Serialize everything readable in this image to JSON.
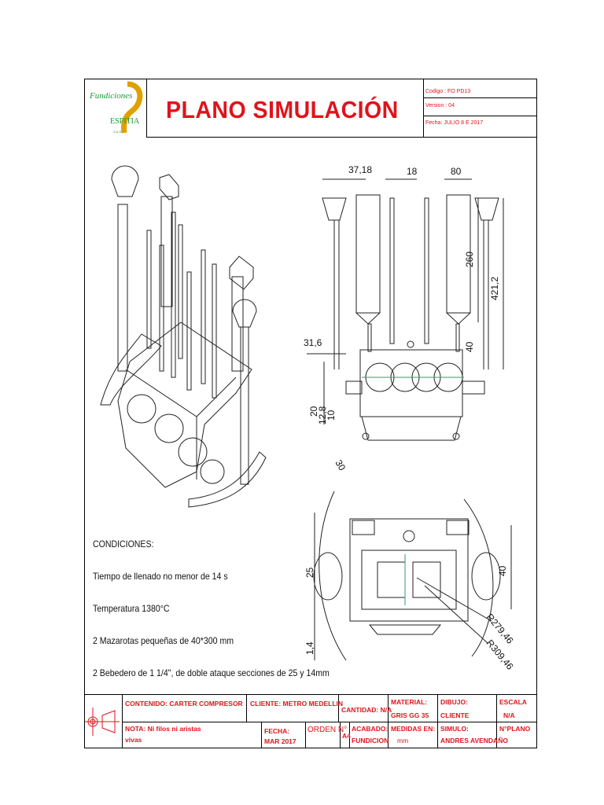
{
  "header": {
    "title": "PLANO  SIMULACIÓN",
    "logo_text_top": "Fundiciones",
    "logo_text_bottom": "ESPITIA",
    "logo_text_small": "S.A.S",
    "codigo": "Codigo : FO PD13",
    "version": "Version : 04",
    "fecha": "Fecha: JULIO 8 E 2017"
  },
  "dimensions": {
    "d1": "37,18",
    "d2": "18",
    "d3": "80",
    "d4": "260",
    "d5": "421,2",
    "d6": "40",
    "d7": "31,6",
    "d8": "20",
    "d9": "12,8",
    "d10": "10",
    "d11": "30",
    "d12": "25",
    "d13": "40",
    "d14": "1,4",
    "d15": "R279,46",
    "d16": "R309,46"
  },
  "conditions": {
    "heading": "CONDICIONES:",
    "items": [
      "Tiempo de llenado no menor de 14 s",
      "Temperatura 1380°C",
      "2 Mazarotas pequeñas de 40*300 mm",
      "2 Bebedero de 1 1/4\", de doble ataque secciones de 25 y 14mm"
    ]
  },
  "title_block": {
    "contenido": "CONTENIDO:  CARTER COMPRESOR",
    "cliente": "CLIENTE: METRO MEDELLIN",
    "cantidad": "CANTIDAD: N/A",
    "material_label": "MATERIAL:",
    "material_value": "GRIS GG 35",
    "dibujo_label": "DIBUJO:",
    "dibujo_value": "CLIENTE",
    "escala_label": "ESCALA",
    "escala_value": "N/A",
    "nota_line1": "NOTA: Ni filos ni aristas",
    "nota_line2": "vivas",
    "fecha_label": "FECHA:",
    "fecha_value": "MAR 2017",
    "orden": "ORDEN  N°",
    "a4": "A4",
    "acabado_label": "ACABADO:",
    "acabado_value": "FUNDICION",
    "medidas_label": "MEDIDAS EN:",
    "medidas_value": "mm",
    "simulo_label": "SIMULO:",
    "simulo_value": "ANDRES AVENDAÑO",
    "nplano": "N°PLANO"
  },
  "colors": {
    "accent": "#e0131b",
    "logo_gold": "#e0a000"
  }
}
